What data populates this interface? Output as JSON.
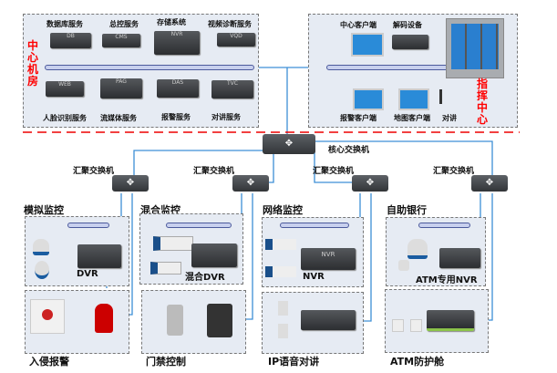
{
  "center_room": {
    "title": "中心机房",
    "servers_top": [
      "数据库服务",
      "总控服务",
      "存储系统",
      "视频诊断服务"
    ],
    "servers_top_badges": [
      "DB",
      "CMS",
      "NVR",
      "VQD"
    ],
    "servers_bottom": [
      "人脸识别服务",
      "流媒体服务",
      "报警服务",
      "对讲服务"
    ],
    "servers_bottom_badges": [
      "WEB",
      "PAG",
      "DAS",
      "TVC"
    ]
  },
  "command_center": {
    "title": "指挥中心",
    "top_items": [
      "中心客户端",
      "解码设备"
    ],
    "bottom_items": [
      "报警客户端",
      "地图客户端",
      "对讲"
    ]
  },
  "core_switch": {
    "label": "核心交换机"
  },
  "aggregation_switch_label": "汇聚交换机",
  "groups": [
    {
      "title": "模拟监控",
      "device": "DVR"
    },
    {
      "title": "混合监控",
      "device": "混合DVR"
    },
    {
      "title": "网络监控",
      "device": "NVR",
      "badge": "NVR"
    },
    {
      "title": "自助银行",
      "device": "ATM专用NVR"
    }
  ],
  "sub_groups": [
    "入侵报警",
    "门禁控制",
    "IP语音对讲",
    "ATM防护舱"
  ],
  "colors": {
    "link": "#3d8fd6",
    "accent_red": "#ff0000",
    "box_bg": "#e6ebf3"
  }
}
